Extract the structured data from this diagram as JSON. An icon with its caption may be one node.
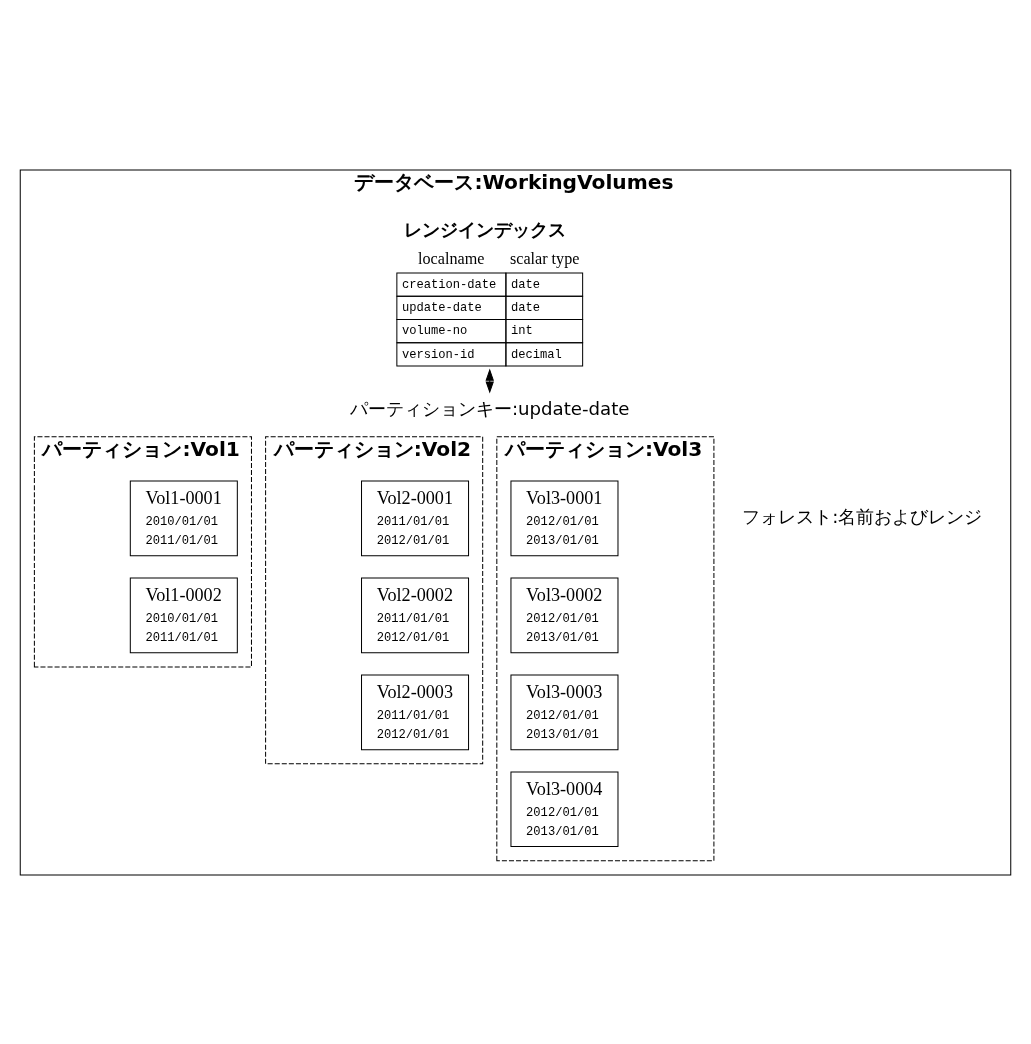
{
  "diagram": {
    "nodes": [
      {
        "text": [
          "データベース:WorkingVolumes"
        ]
      },
      {
        "text": [
          "レンジインデックス",
          "localname",
          "scalar type",
          "creation-date",
          "date",
          "update-date",
          "date",
          "volume-no",
          "int",
          "version-id",
          "decimal"
        ],
        "in": 0
      },
      {
        "text": [
          "パーティションキー:update-date"
        ],
        "in": 0
      },
      {
        "text": [
          "パーティション:Vol1"
        ],
        "in": 0
      },
      {
        "text": [
          "Vol1-0001",
          "2010/01/01",
          "2011/01/01"
        ],
        "in": 3
      },
      {
        "text": [
          "Vol1-0002",
          "2010/01/01",
          "2011/01/01"
        ],
        "in": 3
      },
      {
        "text": [
          "パーティション:Vol2"
        ],
        "in": 0
      },
      {
        "text": [
          "Vol2-0001",
          "2011/01/01",
          "2012/01/01"
        ],
        "in": 6
      },
      {
        "text": [
          "Vol2-0002",
          "2011/01/01",
          "2012/01/01"
        ],
        "in": 6
      },
      {
        "text": [
          "Vol2-0003",
          "2011/01/01",
          "2012/01/01"
        ],
        "in": 6
      },
      {
        "text": [
          "パーティション:Vol3"
        ],
        "in": 0
      },
      {
        "text": [
          "Vol3-0001",
          "2012/01/01",
          "2013/01/01"
        ],
        "in": 10
      },
      {
        "text": [
          "Vol3-0002",
          "2012/01/01",
          "2013/01/01"
        ],
        "in": 10
      },
      {
        "text": [
          "Vol3-0003",
          "2012/01/01",
          "2013/01/01"
        ],
        "in": 10
      },
      {
        "text": [
          "Vol3-0004",
          "2012/01/01",
          "2013/01/01"
        ],
        "in": 10
      }
    ],
    "edges": [
      {
        "from": 1,
        "to": 2,
        "arrow": "both"
      }
    ],
    "labels": [
      "フォレスト:名前およびレンジ"
    ]
  }
}
